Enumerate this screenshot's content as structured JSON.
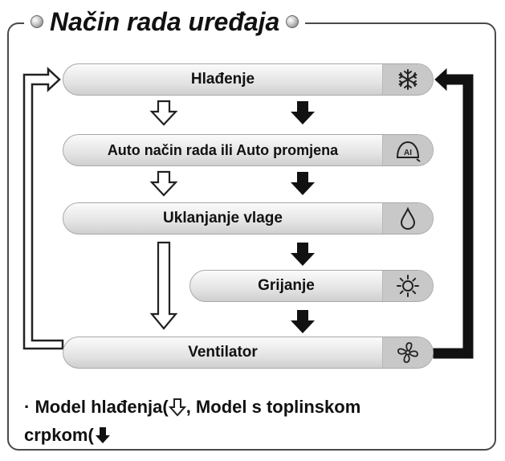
{
  "title": "Način rada uređaja",
  "modes": [
    {
      "label": "Hlađenje",
      "icon": "snowflake-icon"
    },
    {
      "label": "Auto način rada ili Auto promjena",
      "icon": "auto-ai-icon"
    },
    {
      "label": "Uklanjanje vlage",
      "icon": "water-drop-icon"
    },
    {
      "label": "Grijanje",
      "icon": "sun-icon"
    },
    {
      "label": "Ventilator",
      "icon": "fan-icon"
    }
  ],
  "legend": {
    "bullet": "·",
    "part1": "Model hlađenja(",
    "part2": ", Model s toplinskom",
    "part3": "crpkom("
  }
}
